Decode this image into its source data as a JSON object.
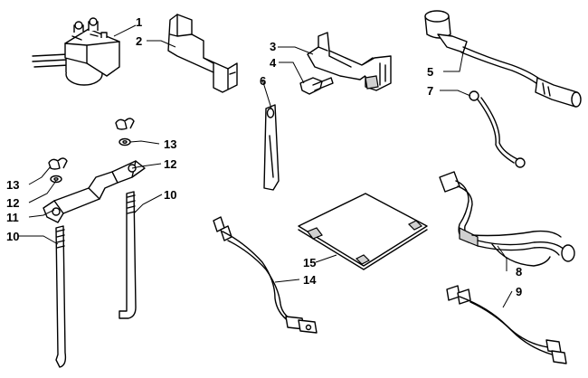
{
  "callouts": [
    "1",
    "2",
    "3",
    "4",
    "5",
    "6",
    "7",
    "8",
    "9",
    "10",
    "10",
    "11",
    "12",
    "12",
    "13",
    "13",
    "14",
    "15"
  ]
}
